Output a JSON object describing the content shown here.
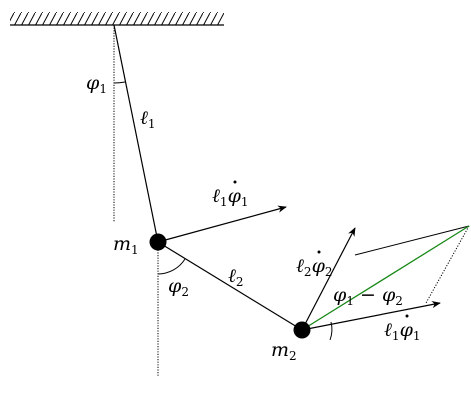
{
  "diagram": {
    "labels": {
      "phi1_angle": "φ",
      "phi1_angle_sub": "1",
      "l1": "ℓ",
      "l1_sub": "1",
      "l1_phi1_dot": "ℓ",
      "l1_phi1_dot_sub": "1",
      "l1_phi1_dot_phi": "φ",
      "l1_phi1_dot_phi_sub": "1",
      "m1": "m",
      "m1_sub": "1",
      "phi2_angle": "φ",
      "phi2_angle_sub": "2",
      "l2": "ℓ",
      "l2_sub": "2",
      "l2_phi2_dot": "ℓ",
      "l2_phi2_dot_sub": "2",
      "l2_phi2_dot_phi": "φ",
      "l2_phi2_dot_phi_sub": "2",
      "phi_diff_a": "φ",
      "phi_diff_a_sub": "1",
      "phi_diff_minus": " − ",
      "phi_diff_b": "φ",
      "phi_diff_b_sub": "2",
      "m2": "m",
      "m2_sub": "2",
      "l1_phi1_dot_b": "ℓ",
      "l1_phi1_dot_b_sub": "1",
      "l1_phi1_dot_b_phi": "φ",
      "l1_phi1_dot_b_phi_sub": "1"
    },
    "colors": {
      "ink": "#000000",
      "resultant": "#1a8a1a"
    }
  }
}
